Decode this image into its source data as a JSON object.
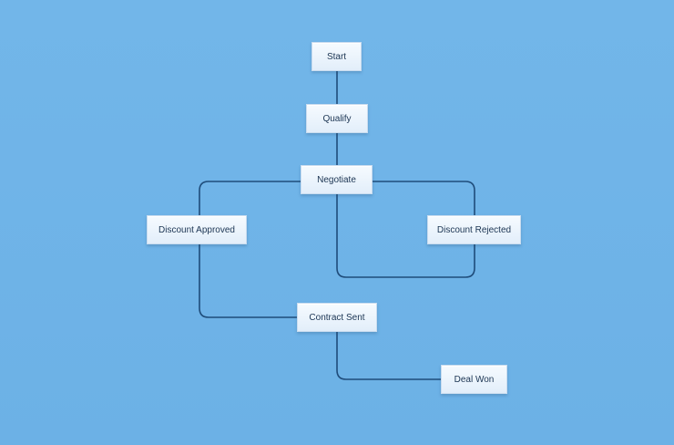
{
  "diagram": {
    "nodes": {
      "start": "Start",
      "qualify": "Qualify",
      "negotiate": "Negotiate",
      "discount_approved": "Discount Approved",
      "discount_rejected": "Discount Rejected",
      "contract_sent": "Contract Sent",
      "deal_won": "Deal Won"
    },
    "edges": [
      [
        "start",
        "qualify"
      ],
      [
        "qualify",
        "negotiate"
      ],
      [
        "negotiate",
        "discount_approved"
      ],
      [
        "negotiate",
        "discount_rejected"
      ],
      [
        "discount_rejected",
        "negotiate"
      ],
      [
        "discount_approved",
        "contract_sent"
      ],
      [
        "contract_sent",
        "deal_won"
      ]
    ],
    "colors": {
      "background": "#6fb4e8",
      "connector": "#1f4c7a",
      "node_fill": "#eaf3fc",
      "node_text": "#1c3553"
    }
  }
}
